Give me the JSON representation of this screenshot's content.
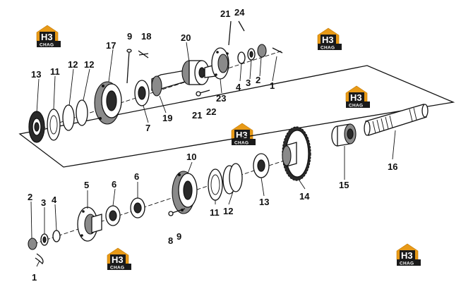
{
  "diagram": {
    "logo_text": {
      "letters": "H3",
      "word": "CHAG"
    },
    "colors": {
      "logo_orange": "#e89a17",
      "logo_dark": "#1a1a1a",
      "line": "#111111"
    },
    "callouts": [
      {
        "id": "c-21a",
        "label": "21"
      },
      {
        "id": "c-24",
        "label": "24"
      },
      {
        "id": "c-9a",
        "label": "9"
      },
      {
        "id": "c-18",
        "label": "18"
      },
      {
        "id": "c-17",
        "label": "17"
      },
      {
        "id": "c-20",
        "label": "20"
      },
      {
        "id": "c-13a",
        "label": "13"
      },
      {
        "id": "c-11a",
        "label": "11"
      },
      {
        "id": "c-12a",
        "label": "12"
      },
      {
        "id": "c-12b",
        "label": "12"
      },
      {
        "id": "c-4a",
        "label": "4"
      },
      {
        "id": "c-3a",
        "label": "3"
      },
      {
        "id": "c-2a",
        "label": "2"
      },
      {
        "id": "c-1a",
        "label": "1"
      },
      {
        "id": "c-23",
        "label": "23"
      },
      {
        "id": "c-7",
        "label": "7"
      },
      {
        "id": "c-19",
        "label": "19"
      },
      {
        "id": "c-21b",
        "label": "21"
      },
      {
        "id": "c-22",
        "label": "22"
      },
      {
        "id": "c-16",
        "label": "16"
      },
      {
        "id": "c-10",
        "label": "10"
      },
      {
        "id": "c-5",
        "label": "5"
      },
      {
        "id": "c-6a",
        "label": "6"
      },
      {
        "id": "c-6b",
        "label": "6"
      },
      {
        "id": "c-2b",
        "label": "2"
      },
      {
        "id": "c-3b",
        "label": "3"
      },
      {
        "id": "c-4b",
        "label": "4"
      },
      {
        "id": "c-11b",
        "label": "11"
      },
      {
        "id": "c-12c",
        "label": "12"
      },
      {
        "id": "c-13b",
        "label": "13"
      },
      {
        "id": "c-14",
        "label": "14"
      },
      {
        "id": "c-15",
        "label": "15"
      },
      {
        "id": "c-8",
        "label": "8"
      },
      {
        "id": "c-9b",
        "label": "9"
      },
      {
        "id": "c-1b",
        "label": "1"
      }
    ]
  }
}
